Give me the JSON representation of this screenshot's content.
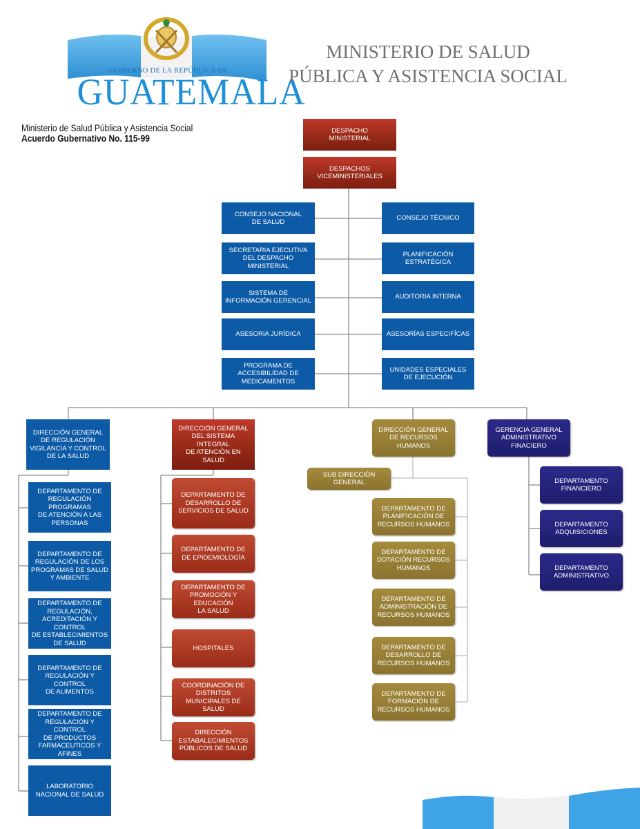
{
  "logo": {
    "government": "GOBIERNO DE LA REPÚBLICA DE",
    "country": "GUATEMALA",
    "colors": {
      "flag_blue": "#4aa3df",
      "text_blue": "#1d8fd8",
      "emblem_gold": "#d4a62a"
    }
  },
  "header": {
    "ministry_line1": "MINISTERIO DE SALUD",
    "ministry_line2": "PÚBLICA Y ASISTENCIA SOCIAL",
    "subtitle_line1": "Ministerio de Salud Pública y Asistencia Social",
    "subtitle_line2": "Acuerdo Gubernativo No. 115-99"
  },
  "colors": {
    "top_red": "#8e2415",
    "staff_blue": "#0d5ba6",
    "rrhh_gold": "#8b7430",
    "admin_navy": "#1f1d6c",
    "connector_gray": "#8c8c8c"
  },
  "org": {
    "despacho": "DESPACHO\nMINISTERIAL",
    "viceministeriales": "DESPACHOS\nVICEMINISTERIALES",
    "staff_left": [
      "CONSEJO NACIONAL\nDE SALUD",
      "SECRETARIA EJECUTIVA\nDEL DESPACHO MINISTERIAL",
      "SISTEMA DE\nINFORMACIÓN GERENCIAL",
      "ASESORIA JURÍDICA",
      "PROGRAMA DE\nACCESIBILIDAD DE\nMEDICAMENTOS"
    ],
    "staff_right": [
      "CONSEJO  TÉCNICO",
      "PLANIFICACIÓN\nESTRATÉGICA",
      "AUDITORIA INTERNA",
      "ASESORÍAS ESPECIFÍCAS",
      "UNIDADES ESPECIALES\nDE EJECUCIÓN"
    ],
    "regulacion": {
      "head": "DIRECCIÓN GENERAL\nDE REGULACIÓN\nVIGILANCIA Y CONTROL\nDE LA SALUD",
      "items": [
        "DEPARTAMENTO DE\nREGULACIÓN PROGRAMAS\nDE ATENCIÓN A LAS\nPERSONAS",
        "DEPARTAMENTO DE\nREGULACIÓN DE LOS\nPROGRAMAS DE SALUD\nY AMBIENTE",
        "DEPARTAMENTO DE\nREGULACIÓN,\nACREDITACIÓN Y CONTROL\nDE ESTABLECIMIENTOS\nDE SALUD",
        "DEPARTAMENTO DE\nREGULACIÓN Y CONTROL\nDE ALIMENTOS",
        "DEPARTAMENTO DE\nREGULACIÓN Y CONTROL\nDE PRODUCTOS\nFARMACEUTICOS Y AFINES",
        "LABORATORIO\nNACIONAL DE SALUD"
      ]
    },
    "siaps": {
      "head": "DIRECCIÓN GENERAL\nDEL SISTEMA INTEGRAL\nDE  ATENCIÓN EN SALUD",
      "items": [
        "DEPARTAMENTO DE\nDESARROLLO DE\nSERVICIOS DE SALUD",
        "DEPARTAMENTO DE\nDE EPIDEMIOLOGÍA",
        "DEPARTAMENTO DE\nPROMOCIÓN Y EDUCACIÓN\nLA SALUD",
        "HOSPITALES",
        "COORDINACIÓN DE DISTRITOS\nMUNICIPALES DE SALUD",
        "DIRECCIÓN\nESTABALECIMIENTOS\nPÚBLICOS DE SALUD"
      ]
    },
    "rrhh": {
      "head": "DIRECCIÓN GENERAL\nDE RECURSOS HUMANOS",
      "sub": "SUB DIRECCIÓN GENERAL",
      "items": [
        "DEPARTAMENTO DE\nPLANIFICACIÓN DE\nRECURSOS HUMANOS",
        "DEPARTAMENTO DE\nDOTACIÓN RECURSOS\nHUMANOS",
        "DEPARTAMENTO DE\nADMINISTRACIÓN DE\nRECURSOS HUMANOS",
        "DEPARTAMENTO DE\nDESARROLLO DE\nRECURSOS HUMANOS",
        "DEPARTAMENTO DE\nFORMACIÓN DE\nRECURSOS HUMANOS"
      ]
    },
    "admin": {
      "head": "GERENCIA GENERAL\nADMINISTRATIVO FINACIERO",
      "items": [
        "DEPARTAMENTO\nFINANCIERO",
        "DEPARTAMENTO\nADQUISICIONES",
        "DEPARTAMENTO\nADMINISTRATIVO"
      ]
    }
  }
}
